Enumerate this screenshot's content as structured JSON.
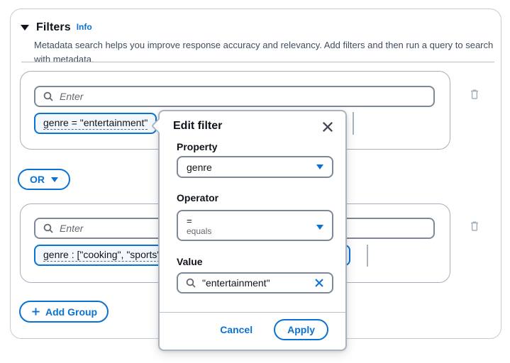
{
  "colors": {
    "accent": "#0972d3",
    "text": "#0f141a",
    "muted_text": "#656871",
    "token_background": "#f2f8fd",
    "divider": "#b6bec9"
  },
  "icons": {
    "collapse": "filled-down-triangle",
    "search": "magnifier",
    "delete": "trash-can",
    "dropdown": "filled-down-caret",
    "close": "x-cross",
    "clear": "x-cross",
    "add": "plus"
  },
  "header": {
    "title": "Filters",
    "info_label": "Info",
    "description": "Metadata search helps you improve response accuracy and relevancy. Add filters and then run a query to search with metadata."
  },
  "group1": {
    "search_placeholder": "Enter",
    "token": "genre = \"entertainment\""
  },
  "or_button": {
    "label": "OR"
  },
  "group2": {
    "search_placeholder": "Enter",
    "token": "genre : [\"cooking\", \"sports\"]"
  },
  "add_group_button": {
    "label": "Add Group"
  },
  "popover": {
    "title": "Edit filter",
    "property": {
      "label": "Property",
      "value": "genre"
    },
    "operator": {
      "label": "Operator",
      "value": "=",
      "description": "equals"
    },
    "value": {
      "label": "Value",
      "text": "\"entertainment\""
    },
    "cancel_label": "Cancel",
    "apply_label": "Apply"
  }
}
